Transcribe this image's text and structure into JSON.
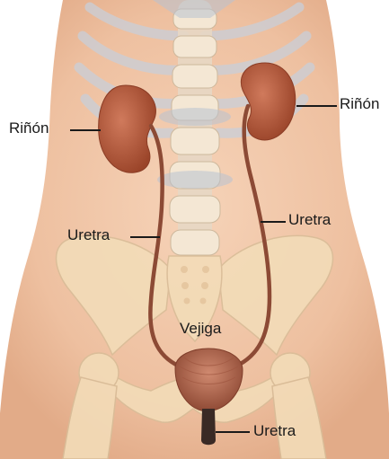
{
  "labels": {
    "kidney_left": "Riñón",
    "kidney_right": "Riñón",
    "ureter_left": "Uretra",
    "ureter_right": "Uretra",
    "bladder": "Vejiga",
    "urethra": "Uretra"
  },
  "colors": {
    "skin": "#efc3a4",
    "bone": "#f3dcb8",
    "spine_blue": "#b9c3d2",
    "kidney": "#b85a3c",
    "ureter": "#8c4a35",
    "bladder": "#b66a50",
    "leader_line": "#1a1a1a"
  }
}
